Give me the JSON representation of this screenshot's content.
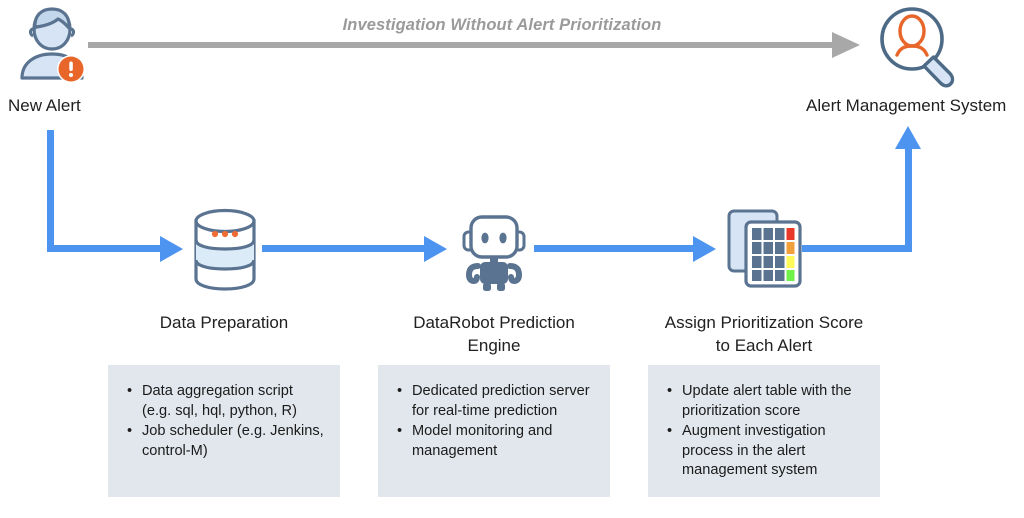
{
  "banner": {
    "label": "Investigation Without Alert Prioritization",
    "arrow_color": "#a8a8a8",
    "text_color": "#9a9a9a"
  },
  "flow": {
    "arrow_color": "#4d94f0"
  },
  "nodes": {
    "source": {
      "icon": "person-alert-icon",
      "label": "New Alert"
    },
    "destination": {
      "icon": "magnifier-person-icon",
      "label": "Alert Management System"
    }
  },
  "stages": [
    {
      "icon": "database-icon",
      "title": "Data Preparation",
      "bullets": [
        "Data aggregation script (e.g. sql, hql, python, R)",
        " Job scheduler (e.g. Jenkins, control-M)"
      ]
    },
    {
      "icon": "robot-icon",
      "title": "DataRobot Prediction Engine",
      "bullets": [
        "Dedicated prediction server for real-time prediction",
        "Model monitoring and management"
      ]
    },
    {
      "icon": "priority-table-icon",
      "title": "Assign Prioritization Score to Each Alert",
      "bullets": [
        "Update alert table with the prioritization score",
        "Augment investigation process in the alert management system"
      ]
    }
  ],
  "colors": {
    "accent_blue": "#4d94f0",
    "icon_outline": "#5a7391",
    "icon_fill": "#d6e4f5",
    "alert_orange": "#e8662a",
    "box_background": "#e2e7ee",
    "priority_red": "#e8382a",
    "priority_orange": "#f2a03c",
    "priority_yellow": "#fdfa5a",
    "priority_green": "#6ff24a"
  },
  "bullet_glyph": "•"
}
